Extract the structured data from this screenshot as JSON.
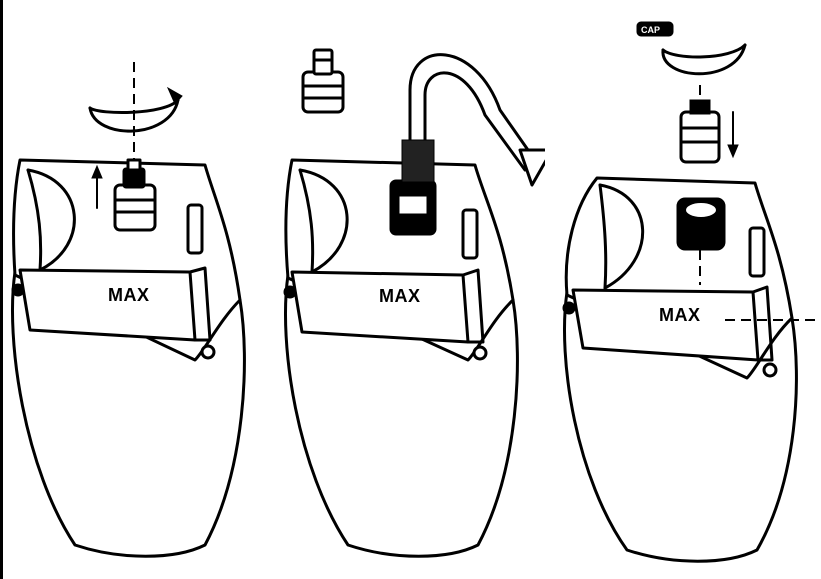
{
  "panels": [
    {
      "max_label": "MAX"
    },
    {
      "max_label": "MAX"
    },
    {
      "max_label": "MAX",
      "top_tag": "CAP"
    }
  ],
  "colors": {
    "ink": "#000000",
    "paper": "#ffffff"
  }
}
